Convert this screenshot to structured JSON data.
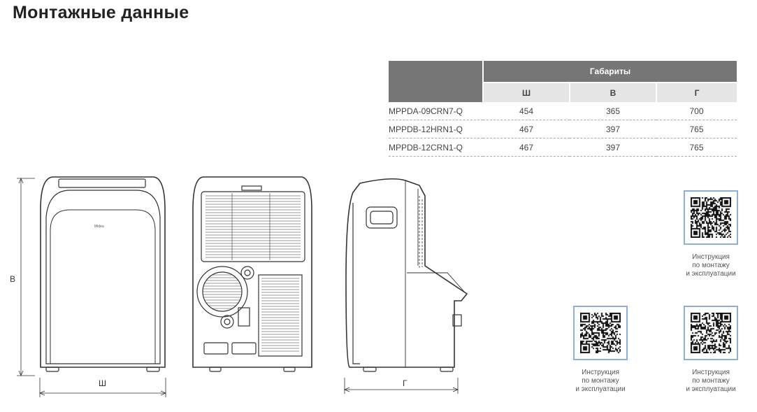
{
  "title": "Монтажные данные",
  "table": {
    "group_header": "Габариты",
    "columns": [
      "Ш",
      "В",
      "Г"
    ],
    "rows": [
      {
        "model": "MPPDA-09CRN7-Q",
        "values": [
          "454",
          "365",
          "700"
        ]
      },
      {
        "model": "MPPDB-12HRN1-Q",
        "values": [
          "467",
          "397",
          "765"
        ]
      },
      {
        "model": "MPPDB-12CRN1-Q",
        "values": [
          "467",
          "397",
          "765"
        ]
      }
    ]
  },
  "dimensions": {
    "height_label": "В",
    "width_label": "Ш",
    "depth_label": "Г"
  },
  "qr_codes": [
    {
      "caption": [
        "Инструкция",
        "по монтажу",
        "и эксплуатации"
      ]
    },
    {
      "caption": [
        "Инструкция",
        "по монтажу",
        "и эксплуатации"
      ]
    },
    {
      "caption": [
        "Инструкция",
        "по монтажу",
        "и эксплуатации"
      ]
    }
  ],
  "colors": {
    "header": "#767676",
    "subheader": "#e5e5e5",
    "qr_border": "#8fb0d4"
  }
}
